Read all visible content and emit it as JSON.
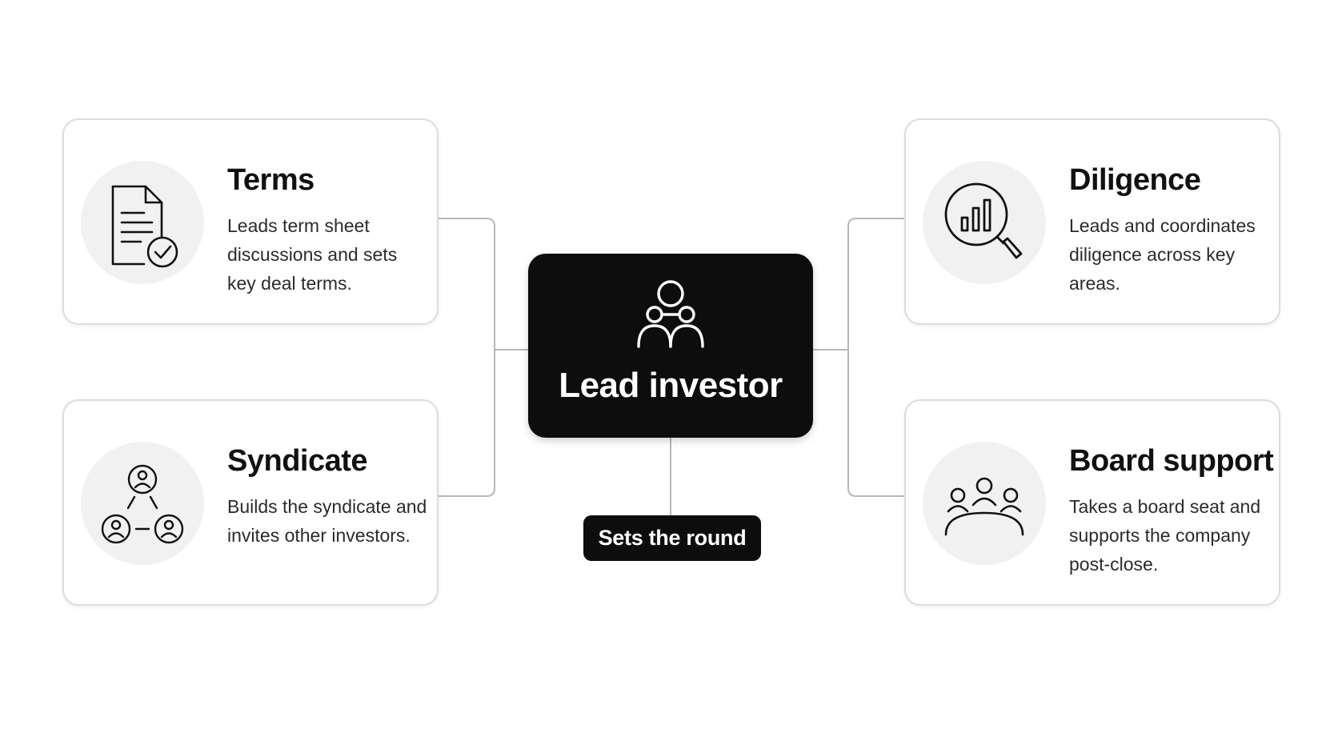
{
  "center": {
    "title": "Lead investor",
    "icon": "lead-investor-group-icon"
  },
  "center_tag": {
    "label": "Sets the round"
  },
  "cards": [
    {
      "title": "Terms",
      "description": "Leads term sheet discussions and sets key deal terms.",
      "icon": "document-check-icon"
    },
    {
      "title": "Syndicate",
      "description": "Builds the syndicate and invites other investors.",
      "icon": "network-people-icon"
    },
    {
      "title": "Diligence",
      "description": "Leads and coordinates diligence across key areas.",
      "icon": "magnifier-chart-icon"
    },
    {
      "title": "Board support",
      "description": "Takes a board seat and supports the company post-close.",
      "icon": "board-meeting-icon"
    }
  ],
  "colors": {
    "dark": "#0d0d0d",
    "card_border": "#dcdcdc",
    "connector": "#b8b8b8",
    "icon_bg": "#f1f1f1"
  }
}
